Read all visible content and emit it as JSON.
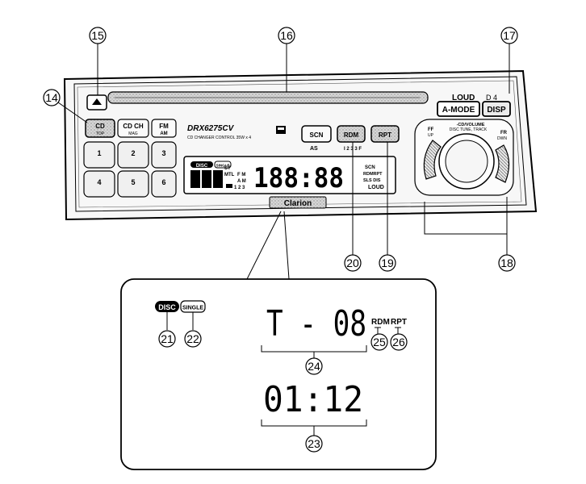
{
  "callouts": {
    "c14": "14",
    "c15": "15",
    "c16": "16",
    "c17": "17",
    "c18": "18",
    "c19": "19",
    "c20": "20",
    "c21": "21",
    "c22": "22",
    "c23": "23",
    "c24": "24",
    "c25": "25",
    "c26": "26"
  },
  "unit": {
    "model": "DRX6275CV",
    "subtitle": "CD CHANGER CONTROL  35W x 4",
    "brand": "Clarion",
    "loud_label": "LOUD",
    "loud_side": "D 4",
    "as_label": "AS",
    "preset_hint": "I  2 3 3     F",
    "volume_label": "-CD/VOLUME",
    "volume_sub": "DISC TUNE, TRACK",
    "ff_label": "FF",
    "ff_sub": "UP",
    "fr_label": "FR",
    "fr_sub": "DWN"
  },
  "buttons": {
    "cd": {
      "main": "CD",
      "sub": "TOP"
    },
    "cdch": {
      "main": "CD CH",
      "sub": "MAG"
    },
    "fm": {
      "main": "FM",
      "sub": "AM"
    },
    "scn": "SCN",
    "rdm": "RDM",
    "rpt": "RPT",
    "amode": "A-MODE",
    "disp": "DISP",
    "presets": [
      "1",
      "2",
      "3",
      "4",
      "5",
      "6"
    ]
  },
  "lcd": {
    "disc": "DISC",
    "single": "SINGLE",
    "st": "ST",
    "mtl": "MTL",
    "fm": "F M",
    "am": "A M",
    "preset_nums": "1 2 3",
    "digits": "188:88",
    "scn": "SCN",
    "rdmrpt": "RDMRPT",
    "sls": "SLS DIS",
    "loud": "LOUD"
  },
  "detail": {
    "disc": "DISC",
    "single": "SINGLE",
    "track": "T - 08",
    "time": "01:12",
    "rdm": "RDM",
    "rpt": "RPT"
  }
}
